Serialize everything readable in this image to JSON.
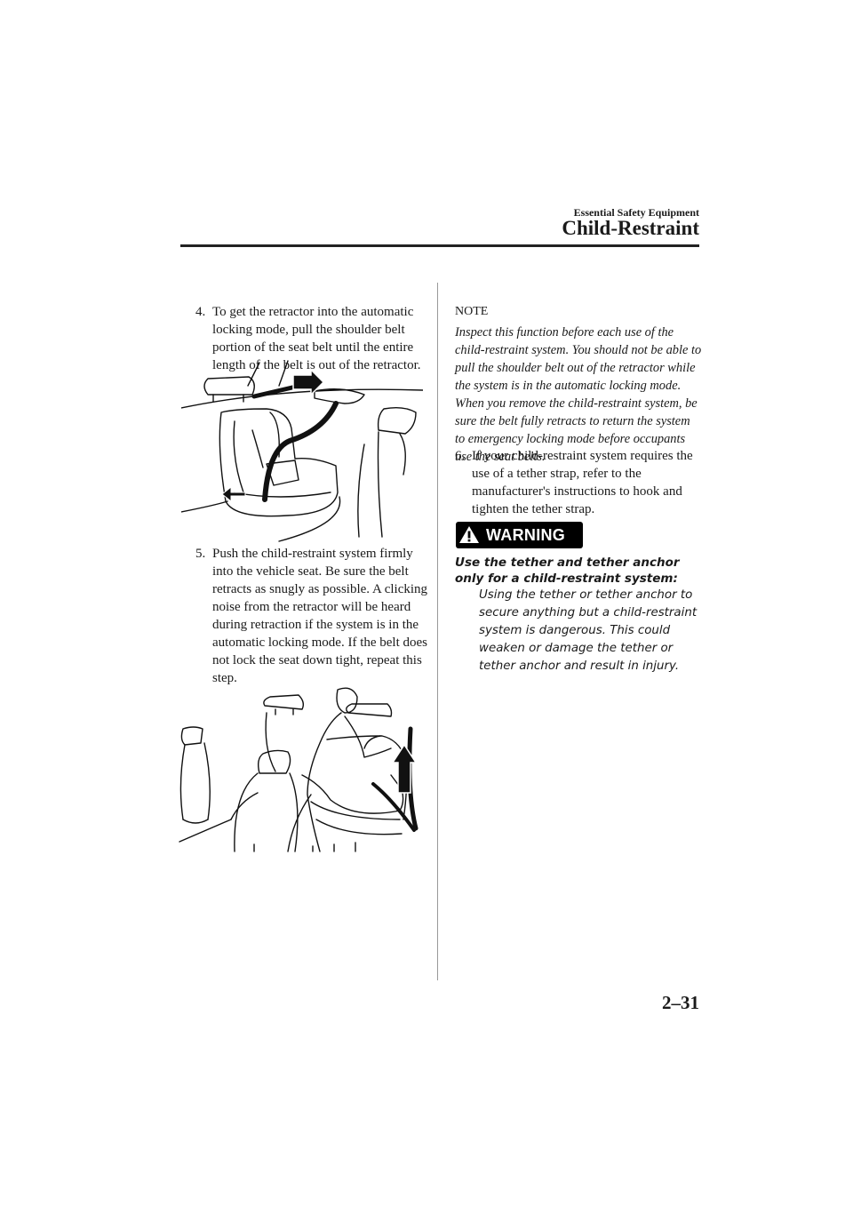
{
  "header": {
    "section": "Essential Safety Equipment",
    "title": "Child-Restraint"
  },
  "left_column": {
    "step4": {
      "number": "4.",
      "text": "To get the retractor into the automatic locking mode, pull the shoulder belt portion of the seat belt until the entire length of the belt is out of the retractor."
    },
    "step5": {
      "number": "5.",
      "text": "Push the child-restraint system firmly into the vehicle seat. Be sure the belt retracts as snugly as possible. A clicking noise from the retractor will be heard during retraction if the system is in the automatic locking mode. If the belt does not lock the seat down tight, repeat this step."
    }
  },
  "right_column": {
    "note": {
      "heading": "NOTE",
      "text": "Inspect this function before each use of the child-restraint system. You should not be able to pull the shoulder belt out of the retractor while the system is in the automatic locking mode. When you remove the child-restraint system, be sure the belt fully retracts to return the system to emergency locking mode before occupants use the seat belts."
    },
    "step6": {
      "number": "6.",
      "text": "If your child-restraint system requires the use of a tether strap, refer to the manufacturer's instructions to hook and tighten the tether strap."
    },
    "warning": {
      "label": "WARNING",
      "heading": "Use the tether and tether anchor only for a child-restraint system:",
      "text": "Using the tether or tether anchor to secure anything but a child-restraint system is dangerous. This could weaken or damage the tether or tether anchor and result in injury."
    }
  },
  "footer": {
    "page_number": "2–31"
  }
}
